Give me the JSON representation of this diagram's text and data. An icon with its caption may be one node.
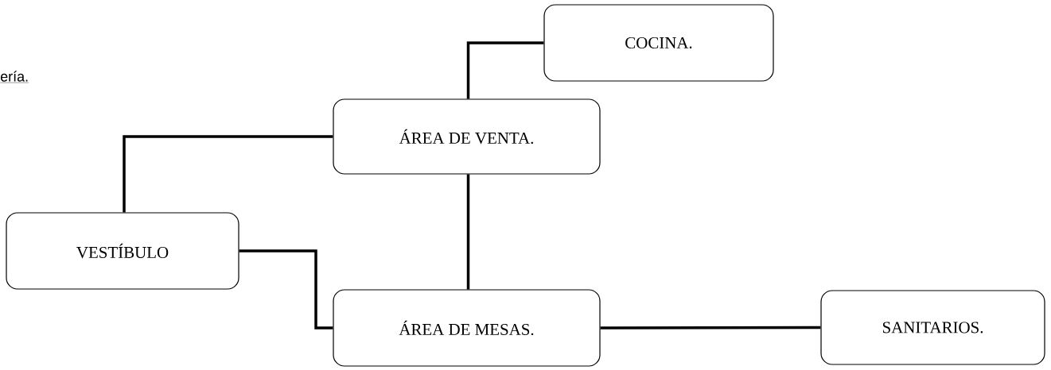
{
  "diagram": {
    "nodes": [
      {
        "text": [
          "COCINA."
        ]
      },
      {
        "text": [
          "ÁREA DE VENTA."
        ]
      },
      {
        "text": [
          "VESTÍBULO"
        ]
      },
      {
        "text": [
          "ÁREA DE MESAS."
        ]
      },
      {
        "text": [
          "SANITARIOS."
        ]
      }
    ],
    "edges": [
      {
        "from": 2,
        "to": 1,
        "arrow": "none"
      },
      {
        "from": 2,
        "to": 3,
        "arrow": "none"
      },
      {
        "from": 1,
        "to": 0,
        "arrow": "none"
      },
      {
        "from": 1,
        "to": 3,
        "arrow": "none"
      },
      {
        "from": 3,
        "to": 4,
        "arrow": "none"
      }
    ],
    "labels": [
      "ería."
    ]
  }
}
